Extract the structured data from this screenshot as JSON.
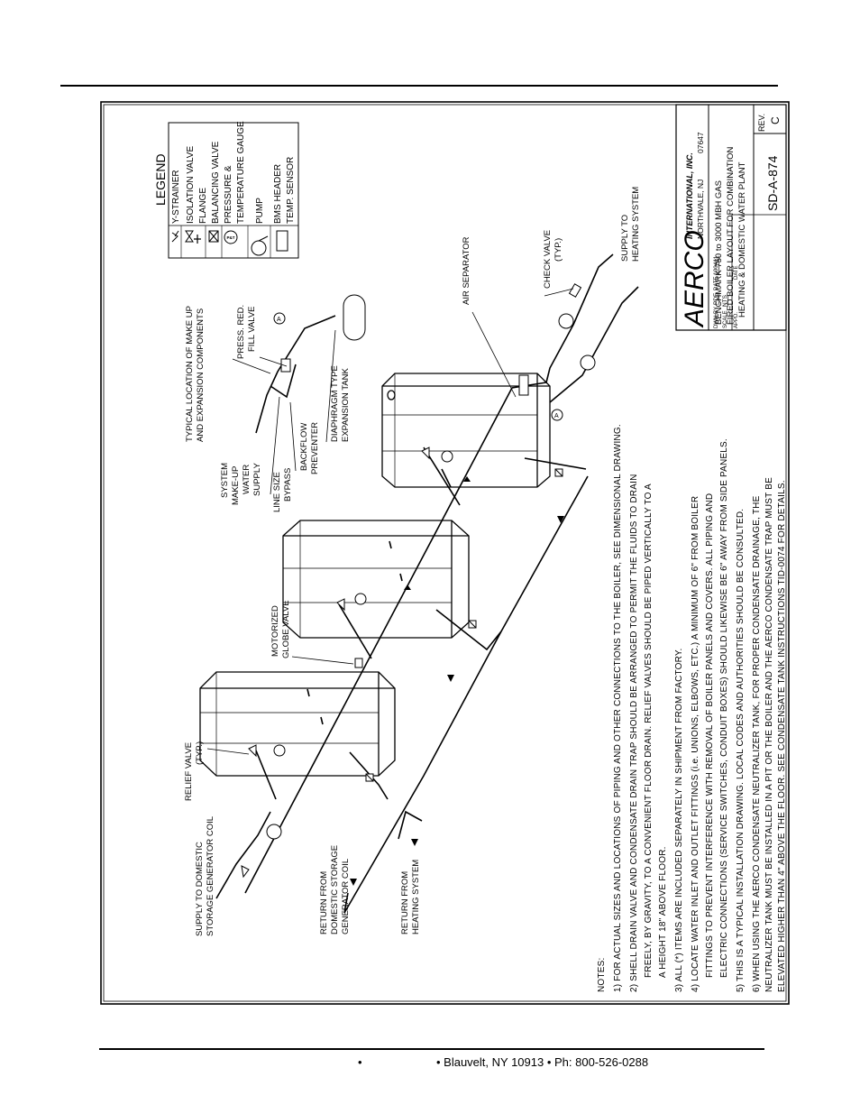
{
  "document": {
    "footer": {
      "bullet_left": "•",
      "address": "• Blauvelt, NY 10913  • Ph: 800-526-0288"
    }
  },
  "drawing": {
    "legend": {
      "heading": "LEGEND",
      "items": [
        "Y-STRAINER",
        "ISOLATION VALVE",
        "FLANGE",
        "BALANCING VALVE",
        "PRESSURE &",
        "TEMPERATURE GAUGE",
        "PUMP",
        "BMS HEADER",
        "TEMP. SENSOR"
      ],
      "pt_symbol": "P&T"
    },
    "title_block": {
      "company": "AERCO",
      "company_sub": "INTERNATIONAL, INC.",
      "location": "NORTHVALE, NJ",
      "zip": "07647",
      "title_lines": [
        "BENCHMARK 750 to 3000 MBH GAS",
        "FIRED BOILER LAYOUT FOR COMBINATION",
        "HEATING & DOMESTIC WATER PLANT"
      ],
      "drwn_by_label": "DWN.BY",
      "drwn_by": "PDE",
      "date_label": "DATE",
      "date": "100411",
      "scale_label": "SCALE",
      "scale": "NTS",
      "appd_label": "APPD.",
      "date2_label": "DATE",
      "drawing_number": "SD-A-874",
      "rev_label": "REV.",
      "rev": "C"
    },
    "labels": {
      "makeup_location": [
        "TYPICAL LOCATION OF MAKE UP",
        "AND EXPANSION COMPONENTS"
      ],
      "press_red": [
        "PRESS. RED.",
        "FILL VALVE"
      ],
      "system_makeup": [
        "SYSTEM",
        "MAKE-UP",
        "WATER",
        "SUPPLY"
      ],
      "backflow": [
        "BACKFLOW",
        "PREVENTER"
      ],
      "diaphragm": [
        "DIAPHRAGM TYPE",
        "EXPANSION TANK"
      ],
      "line_size": [
        "LINE SIZE",
        "BYPASS"
      ],
      "air_separator": "AIR SEPARATOR",
      "check_valve": [
        "CHECK VALVE",
        "(TYP.)"
      ],
      "supply_heating": [
        "SUPPLY TO",
        "HEATING SYSTEM"
      ],
      "motorized": [
        "MOTORIZED",
        "GLOBE VALVE"
      ],
      "relief_valve": [
        "RELIEF VALVE",
        "(TYP.)"
      ],
      "supply_domestic": [
        "SUPPLY TO DOMESTIC",
        "STORAGE GENERATOR COIL"
      ],
      "return_domestic": [
        "RETURN FROM",
        "DOMESTIC STORAGE",
        "GENERATOR COIL"
      ],
      "return_heating": [
        "RETURN FROM",
        "HEATING SYSTEM"
      ],
      "marker_a": "A"
    },
    "notes": {
      "heading": "NOTES:",
      "lines": [
        "1) FOR ACTUAL SIZES AND LOCATIONS OF PIPING AND OTHER CONNECTIONS TO THE BOILER, SEE DIMENSIONAL DRAWING.",
        "2) SHELL DRAIN VALVE AND CONDENSATE DRAIN TRAP SHOULD BE ARRANGED TO PERMIT THE FLUIDS TO DRAIN",
        "FREELY, BY GRAVITY, TO A CONVENIENT FLOOR DRAIN.  RELIEF VALVES SHOULD BE PIPED VERTICALLY TO A",
        "A HEIGHT 18\" ABOVE FLOOR.",
        "3) ALL (*) ITEMS ARE INCLUDED SEPARATELY IN SHIPMENT FROM FACTORY.",
        "4) LOCATE WATER INLET AND OUTLET FITTINGS (i.e. UNIONS, ELBOWS, ETC.) A MINIMUM OF 6\" FROM BOILER",
        "FITTINGS TO PREVENT INTERFERENCE WITH REMOVAL OF BOILER PANELS AND COVERS.  ALL PIPING AND",
        "ELECTRIC CONNECTIONS (SERVICE SWITCHES, CONDUIT BOXES) SHOULD LIKEWISE BE 6\" AWAY FROM SIDE PANELS.",
        "5) THIS IS A TYPICAL INSTALLATION DRAWING.  LOCAL CODES AND AUTHORITIES SHOULD BE CONSULTED.",
        "6) WHEN USING THE AERCO CONDENSATE NEUTRALIZER TANK, FOR PROPER CONDENSATE DRAINAGE, THE",
        "NEUTRALIZER TANK MUST BE INSTALLED IN A PIT OR THE BOILER AND THE AERCO CONDENSATE TRAP MUST BE",
        "ELEVATED HIGHER THAN 4\" ABOVE THE FLOOR.  SEE CONDENSATE TANK INSTRUCTIONS TID-0074 FOR DETAILS."
      ]
    }
  }
}
